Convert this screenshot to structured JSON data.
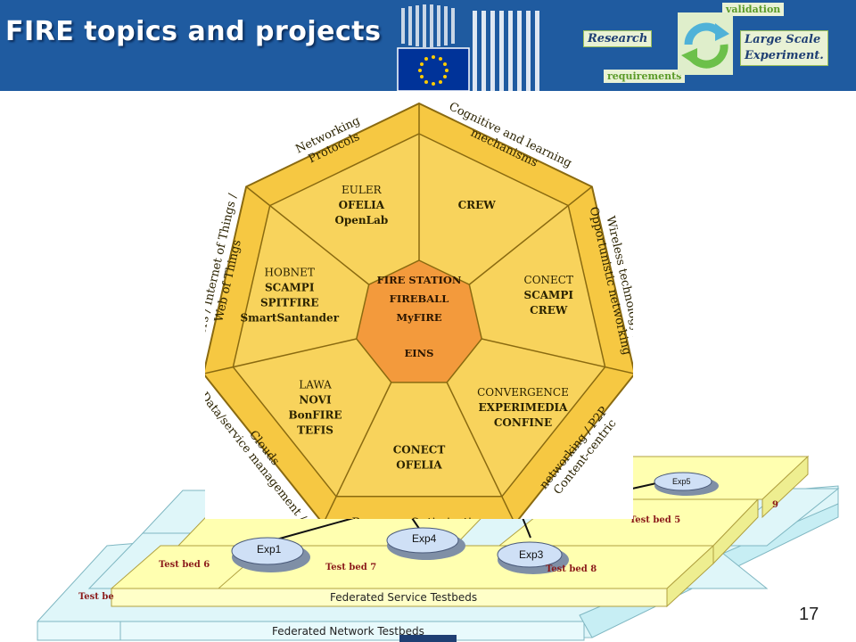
{
  "header": {
    "title": "FIRE topics and projects",
    "cycle": {
      "top": "validation",
      "left": "Research",
      "right_line1": "Large Scale",
      "right_line2": "Experiment.",
      "bottom": "requirements"
    }
  },
  "heptagon": {
    "center": [
      "FIRE STATION",
      "FIREBALL",
      "MyFIRE",
      "EINS"
    ],
    "sectors": [
      {
        "topic": [
          "Cognitive and learning",
          "mechanisms"
        ],
        "projects": [
          "CREW"
        ]
      },
      {
        "topic": [
          "Wireless technology /",
          "Opportunistic networking"
        ],
        "projects": [
          "CONECT",
          "SCAMPI",
          "CREW"
        ]
      },
      {
        "topic": [
          "Content-centric",
          "networking / P2P"
        ],
        "projects": [
          "CONVERGENCE",
          "EXPERIMEDIA",
          "CONFINE"
        ]
      },
      {
        "topic": [
          "Network Management/",
          "Resource Optimization"
        ],
        "projects": [
          "CONECT",
          "OFELIA"
        ]
      },
      {
        "topic": [
          "Data/service management /",
          "Clouds"
        ],
        "projects": [
          "LAWA",
          "NOVI",
          "BonFIRE",
          "TEFIS"
        ]
      },
      {
        "topic": [
          "Sensors / Internet of Things /",
          "Web of Things"
        ],
        "projects": [
          "HOBNET",
          "SCAMPI",
          "SPITFIRE",
          "SmartSantander"
        ]
      },
      {
        "topic": [
          "Networking",
          "Protocols"
        ],
        "projects": [
          "EULER",
          "OFELIA",
          "OpenLab"
        ]
      }
    ]
  },
  "testbeds": {
    "labels": [
      "Test bed 5",
      "Test bed 6",
      "Test bed 7",
      "Test bed 8",
      "Test be",
      "9"
    ],
    "experiments": [
      "Exp1",
      "Exp4",
      "Exp3",
      "Exp5"
    ],
    "service_layer": "Federated Service Testbeds",
    "network_layer": "Federated Network Testbeds"
  },
  "slide_number": "17",
  "colors": {
    "header_blue": "#1f5ba0",
    "heptagon_fill": "#f6c842",
    "center_fill": "#f39a3c",
    "testbed_yellow": "#ffffb0",
    "network_cyan": "#dff6f9"
  }
}
